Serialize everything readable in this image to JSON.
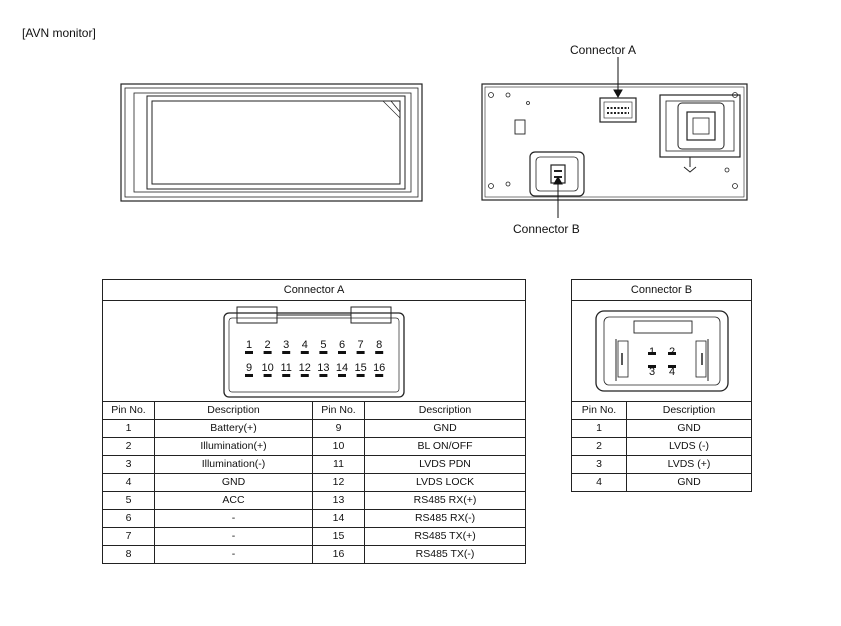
{
  "heading": "[AVN monitor]",
  "callouts": {
    "connector_a": "Connector A",
    "connector_b": "Connector B"
  },
  "connector_a": {
    "title": "Connector A",
    "headers": [
      "Pin No.",
      "Description",
      "Pin No.",
      "Description"
    ],
    "top_pins": [
      "1",
      "2",
      "3",
      "4",
      "5",
      "6",
      "7",
      "8"
    ],
    "bottom_pins": [
      "9",
      "10",
      "11",
      "12",
      "13",
      "14",
      "15",
      "16"
    ],
    "rows": [
      [
        "1",
        "Battery(+)",
        "9",
        "GND"
      ],
      [
        "2",
        "Illumination(+)",
        "10",
        "BL ON/OFF"
      ],
      [
        "3",
        "Illumination(-)",
        "11",
        "LVDS PDN"
      ],
      [
        "4",
        "GND",
        "12",
        "LVDS LOCK"
      ],
      [
        "5",
        "ACC",
        "13",
        "RS485 RX(+)"
      ],
      [
        "6",
        "-",
        "14",
        "RS485 RX(-)"
      ],
      [
        "7",
        "-",
        "15",
        "RS485 TX(+)"
      ],
      [
        "8",
        "-",
        "16",
        "RS485 TX(-)"
      ]
    ]
  },
  "connector_b": {
    "title": "Connector B",
    "headers": [
      "Pin No.",
      "Description"
    ],
    "top_pins": [
      "1",
      "2"
    ],
    "bottom_pins": [
      "3",
      "4"
    ],
    "rows": [
      [
        "1",
        "GND"
      ],
      [
        "2",
        "LVDS (-)"
      ],
      [
        "3",
        "LVDS (+)"
      ],
      [
        "4",
        "GND"
      ]
    ]
  }
}
